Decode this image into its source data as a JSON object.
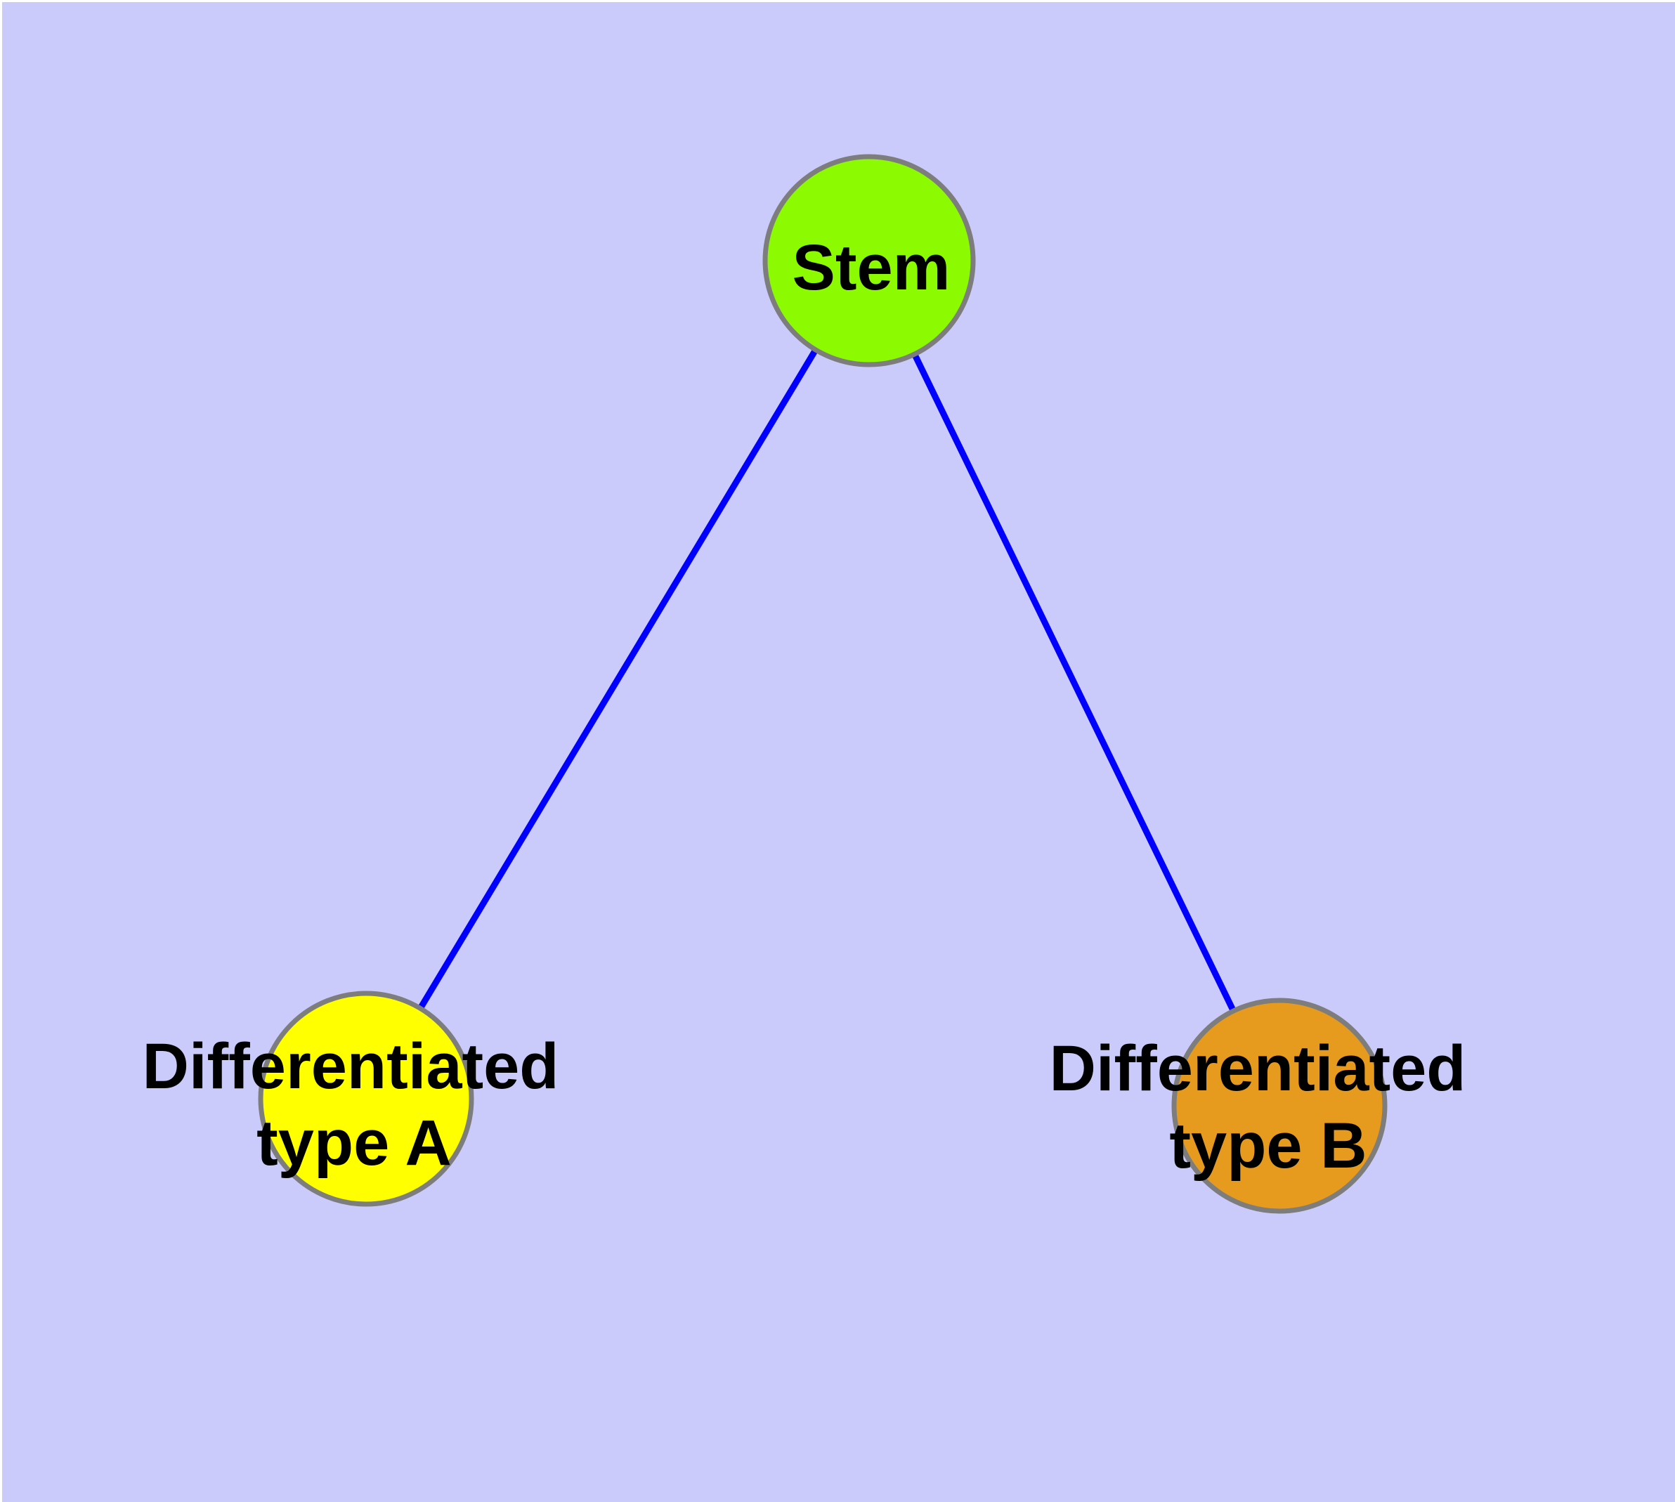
{
  "diagram": {
    "background_color": "#cbcbfb",
    "margin_color": "#ffffff",
    "edge_color": "#0000ff",
    "node_border_color": "#7d7d7d",
    "label_color": "#000000",
    "nodes": {
      "stem": {
        "label": "Stem",
        "fill": "#8cfa00"
      },
      "type_a": {
        "label": "Differentiated type A",
        "label_line1": "Differentiated",
        "label_line2": "type A",
        "fill": "#ffff00"
      },
      "type_b": {
        "label": "Differentiated type B",
        "label_line1": "Differentiated",
        "label_line2": "type B",
        "fill": "#e69a1e"
      }
    },
    "edges": [
      {
        "from": "Stem",
        "to": "Differentiated type A"
      },
      {
        "from": "Stem",
        "to": "Differentiated type B"
      }
    ]
  }
}
